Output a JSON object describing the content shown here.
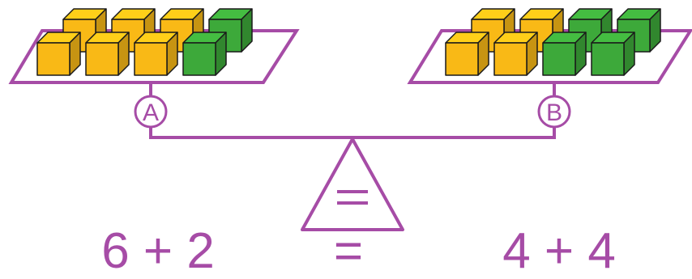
{
  "colors": {
    "frame": "#a64ca6",
    "yellow_cube": "#f9b916",
    "green_cube": "#3da93a",
    "outline": "#1a1a1a"
  },
  "scale": {
    "pan_a_label": "A",
    "pan_b_label": "B",
    "fulcrum_symbol": "="
  },
  "pan_a": {
    "yellow_cubes": 6,
    "green_cubes": 2
  },
  "pan_b": {
    "yellow_cubes": 4,
    "green_cubes": 4
  },
  "equation": {
    "left": "6 + 2",
    "middle": "=",
    "right": "4 + 4"
  }
}
